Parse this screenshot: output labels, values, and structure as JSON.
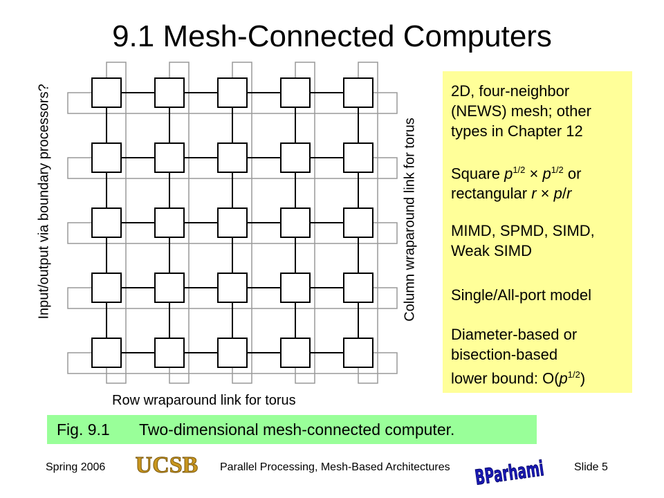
{
  "slide": {
    "title": "9.1  Mesh-Connected Computers",
    "left_label": "Input/output via boundary processors?",
    "right_label": "Column wraparound link for torus",
    "row_label": "Row wraparound link for torus",
    "notes": {
      "n1": [
        "2D, four-neighbor",
        "(NEWS) mesh; other",
        "types in Chapter 12"
      ],
      "n2_line1": {
        "a": "Square ",
        "b": "p",
        "c": "1/2",
        "d": " × ",
        "e": "p",
        "f": "1/2",
        "g": " or"
      },
      "n2_line2": {
        "a": "rectangular ",
        "b": "r",
        "c": " × ",
        "d": "p",
        "e": "/",
        "f": "r"
      },
      "n3": [
        "MIMD, SPMD, SIMD,",
        "Weak SIMD"
      ],
      "n4": "Single/All-port model",
      "n5": [
        "Diameter-based or",
        "bisection-based"
      ],
      "n5_last": {
        "a": "lower bound: O(",
        "b": "p",
        "c": "1/2",
        "d": ")"
      }
    },
    "caption": {
      "number": "Fig. 9.1",
      "text": "Two-dimensional mesh-connected computer."
    },
    "footer": {
      "left": "Spring  2006",
      "middle": "Parallel Processing, Mesh-Based Architectures",
      "right": "Slide 5",
      "logo_text": "UCSB",
      "author_logo_text": "BParhami"
    },
    "mesh": {
      "rows": 5,
      "cols": 5,
      "colors": {
        "node_fill": "#ffffff",
        "stroke": "#000000",
        "wrap": "#999999"
      }
    }
  }
}
